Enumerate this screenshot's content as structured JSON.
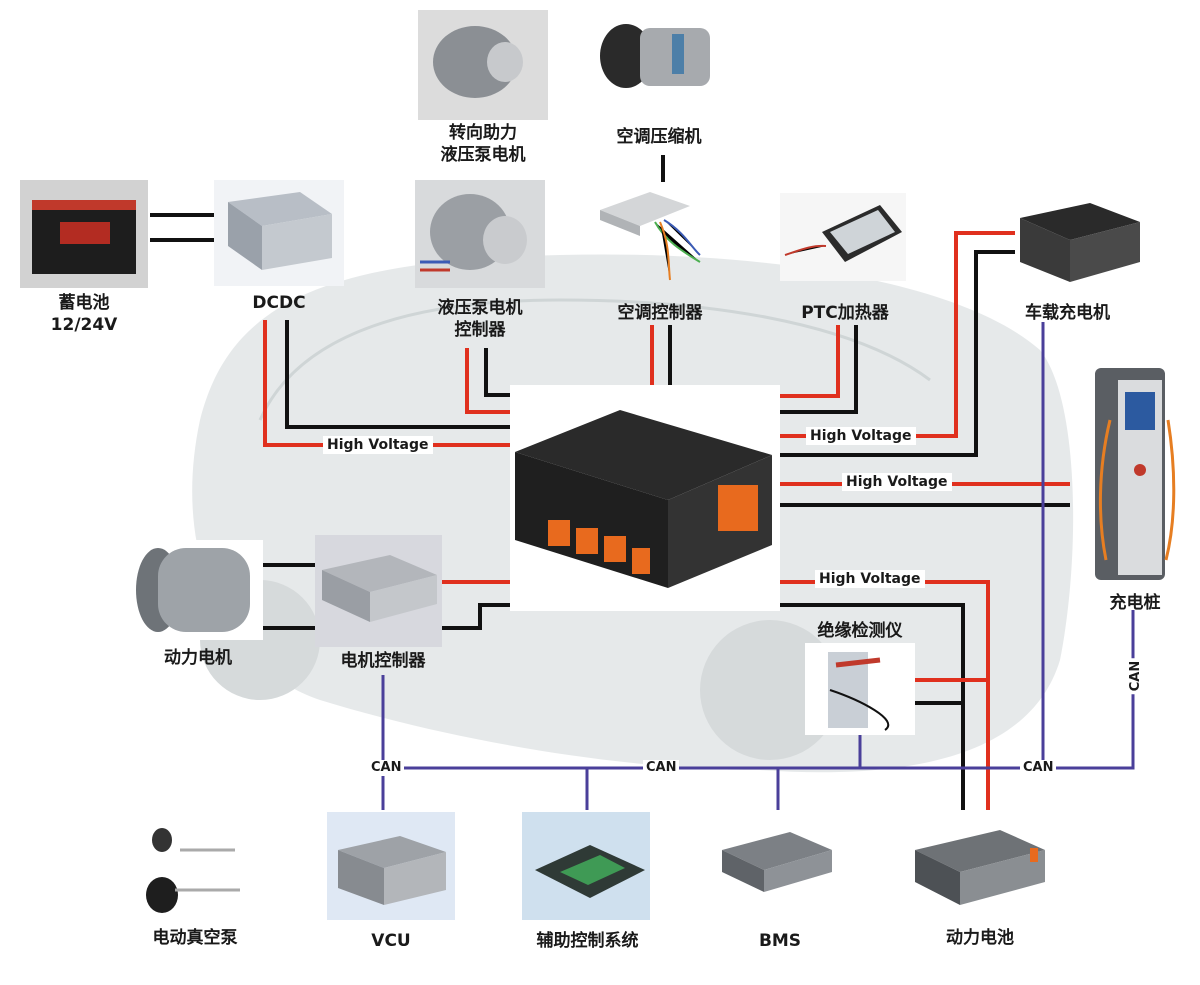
{
  "colors": {
    "high_voltage": "#e0301e",
    "low_voltage": "#111111",
    "can_bus": "#4a3f9a",
    "car_silhouette": "#dfe3e4"
  },
  "components": {
    "battery_12v": {
      "label_line1": "蓄电池",
      "label_line2": "12/24V"
    },
    "dcdc": {
      "label": "DCDC"
    },
    "steering_pump_motor": {
      "label_line1": "转向助力",
      "label_line2": "液压泵电机"
    },
    "hydraulic_pump_controller": {
      "label_line1": "液压泵电机",
      "label_line2": "控制器"
    },
    "ac_compressor": {
      "label": "空调压缩机"
    },
    "ac_controller": {
      "label": "空调控制器"
    },
    "ptc_heater": {
      "label": "PTC加热器"
    },
    "onboard_charger": {
      "label": "车载充电机"
    },
    "charging_pile": {
      "label": "充电桩"
    },
    "traction_motor": {
      "label": "动力电机"
    },
    "motor_controller": {
      "label": "电机控制器"
    },
    "pdu": {
      "label": ""
    },
    "insulation_tester": {
      "label": "绝缘检测仪"
    },
    "vacuum_pump": {
      "label": "电动真空泵"
    },
    "vcu": {
      "label": "VCU"
    },
    "aux_control": {
      "label": "辅助控制系统"
    },
    "bms": {
      "label": "BMS"
    },
    "power_battery": {
      "label": "动力电池"
    }
  },
  "line_labels": {
    "hv_left": "High Voltage",
    "hv_right_1": "High Voltage",
    "hv_right_2": "High Voltage",
    "hv_right_3": "High Voltage",
    "can_left": "CAN",
    "can_middle": "CAN",
    "can_right": "CAN",
    "can_vertical": "CAN"
  }
}
